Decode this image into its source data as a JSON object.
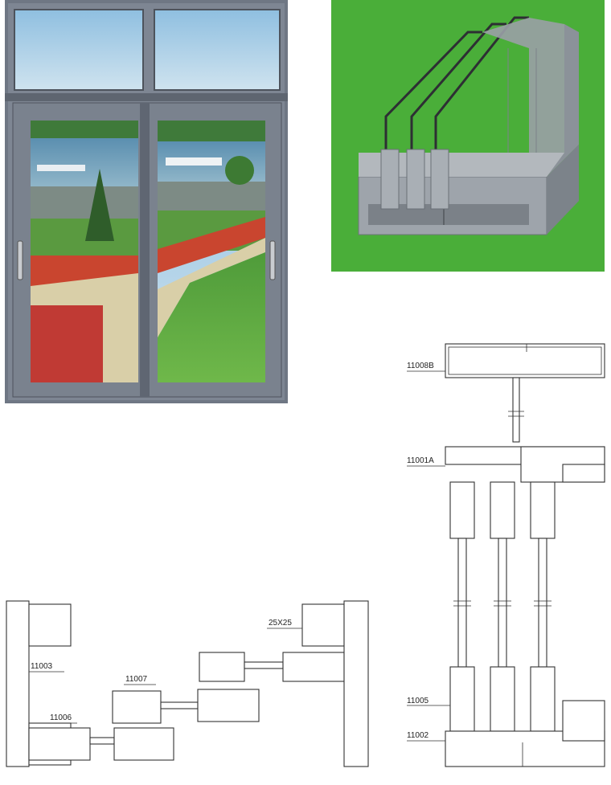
{
  "labels": {
    "top_frame": "11008B",
    "mid_frame": "11001A",
    "sash": "11005",
    "bottom_frame": "11002",
    "side_frame": "11003",
    "sash_side": "11006",
    "interlock": "11007",
    "tube": "25X25"
  },
  "colors": {
    "frame": "#6f7784",
    "sky": "#a9cde6",
    "render_bg": "#4aae39",
    "profile": "#9ea4ab"
  }
}
